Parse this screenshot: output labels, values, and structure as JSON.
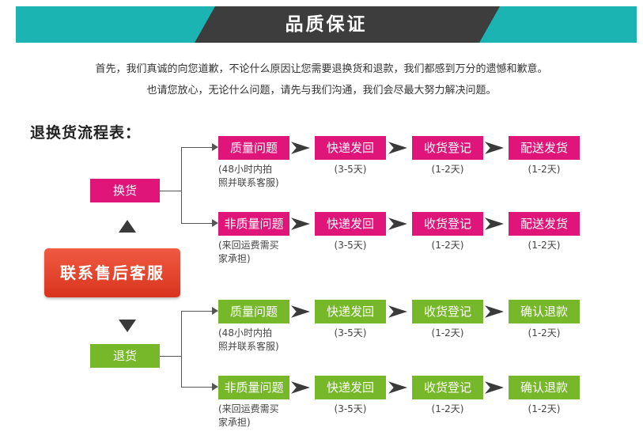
{
  "banner": {
    "title": "品质保证"
  },
  "intro": {
    "line1": "首先，我们真诚的向您道歉，不论什么原因让您需要退换货和退款，我们都感到万分的遗憾和歉意。",
    "line2": "也请您放心，无论什么问题，请先与我们沟通，我们会尽最大努力解决问题。"
  },
  "flow": {
    "title": "退换货流程表：",
    "contact": "联系售后客服",
    "exchange": "换货",
    "return": "退货",
    "rows": [
      {
        "steps": [
          "质量问题",
          "快递发回",
          "收货登记",
          "配送发货"
        ],
        "notes": [
          "(48小时内拍",
          "照并联系客服)",
          "(3-5天)",
          "(1-2天)",
          "(1-2天)"
        ]
      },
      {
        "steps": [
          "非质量问题",
          "快递发回",
          "收货登记",
          "配送发货"
        ],
        "notes": [
          "(来回运费需买",
          "家承担)",
          "(3-5天)",
          "(1-2天)",
          "(1-2天)"
        ]
      },
      {
        "steps": [
          "质量问题",
          "快递发回",
          "收货登记",
          "确认退款"
        ],
        "notes": [
          "(48小时内拍",
          "照并联系客服)",
          "(3-5天)",
          "(1-2天)",
          "(1-2天)"
        ]
      },
      {
        "steps": [
          "非质量问题",
          "快递发回",
          "收货登记",
          "确认退款"
        ],
        "notes": [
          "(来回运费需买",
          "家承担)",
          "(3-5天)",
          "(1-2天)",
          "(1-2天)"
        ]
      }
    ]
  },
  "colors": {
    "teal": "#1cb3b3",
    "pink": "#e0157a",
    "green": "#76b82a",
    "red": "#e2452e"
  }
}
